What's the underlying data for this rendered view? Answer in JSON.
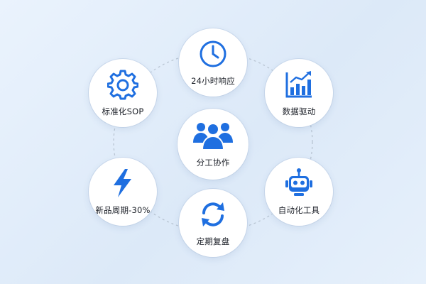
{
  "nodes": {
    "clock": {
      "label": "24小时响应",
      "icon": "clock-icon"
    },
    "chart": {
      "label": "数据驱动",
      "icon": "bar-chart-icon"
    },
    "robot": {
      "label": "自动化工具",
      "icon": "robot-icon"
    },
    "cycle": {
      "label": "定期复盘",
      "icon": "refresh-icon"
    },
    "bolt": {
      "label": "新品周期-30%",
      "icon": "lightning-icon"
    },
    "gear": {
      "label": "标准化SOP",
      "icon": "gear-icon"
    },
    "team": {
      "label": "分工协作",
      "icon": "team-icon"
    }
  },
  "colors": {
    "accent": "#1f6fe0",
    "label": "#1b1f27",
    "ring": "#b8c4d2"
  }
}
